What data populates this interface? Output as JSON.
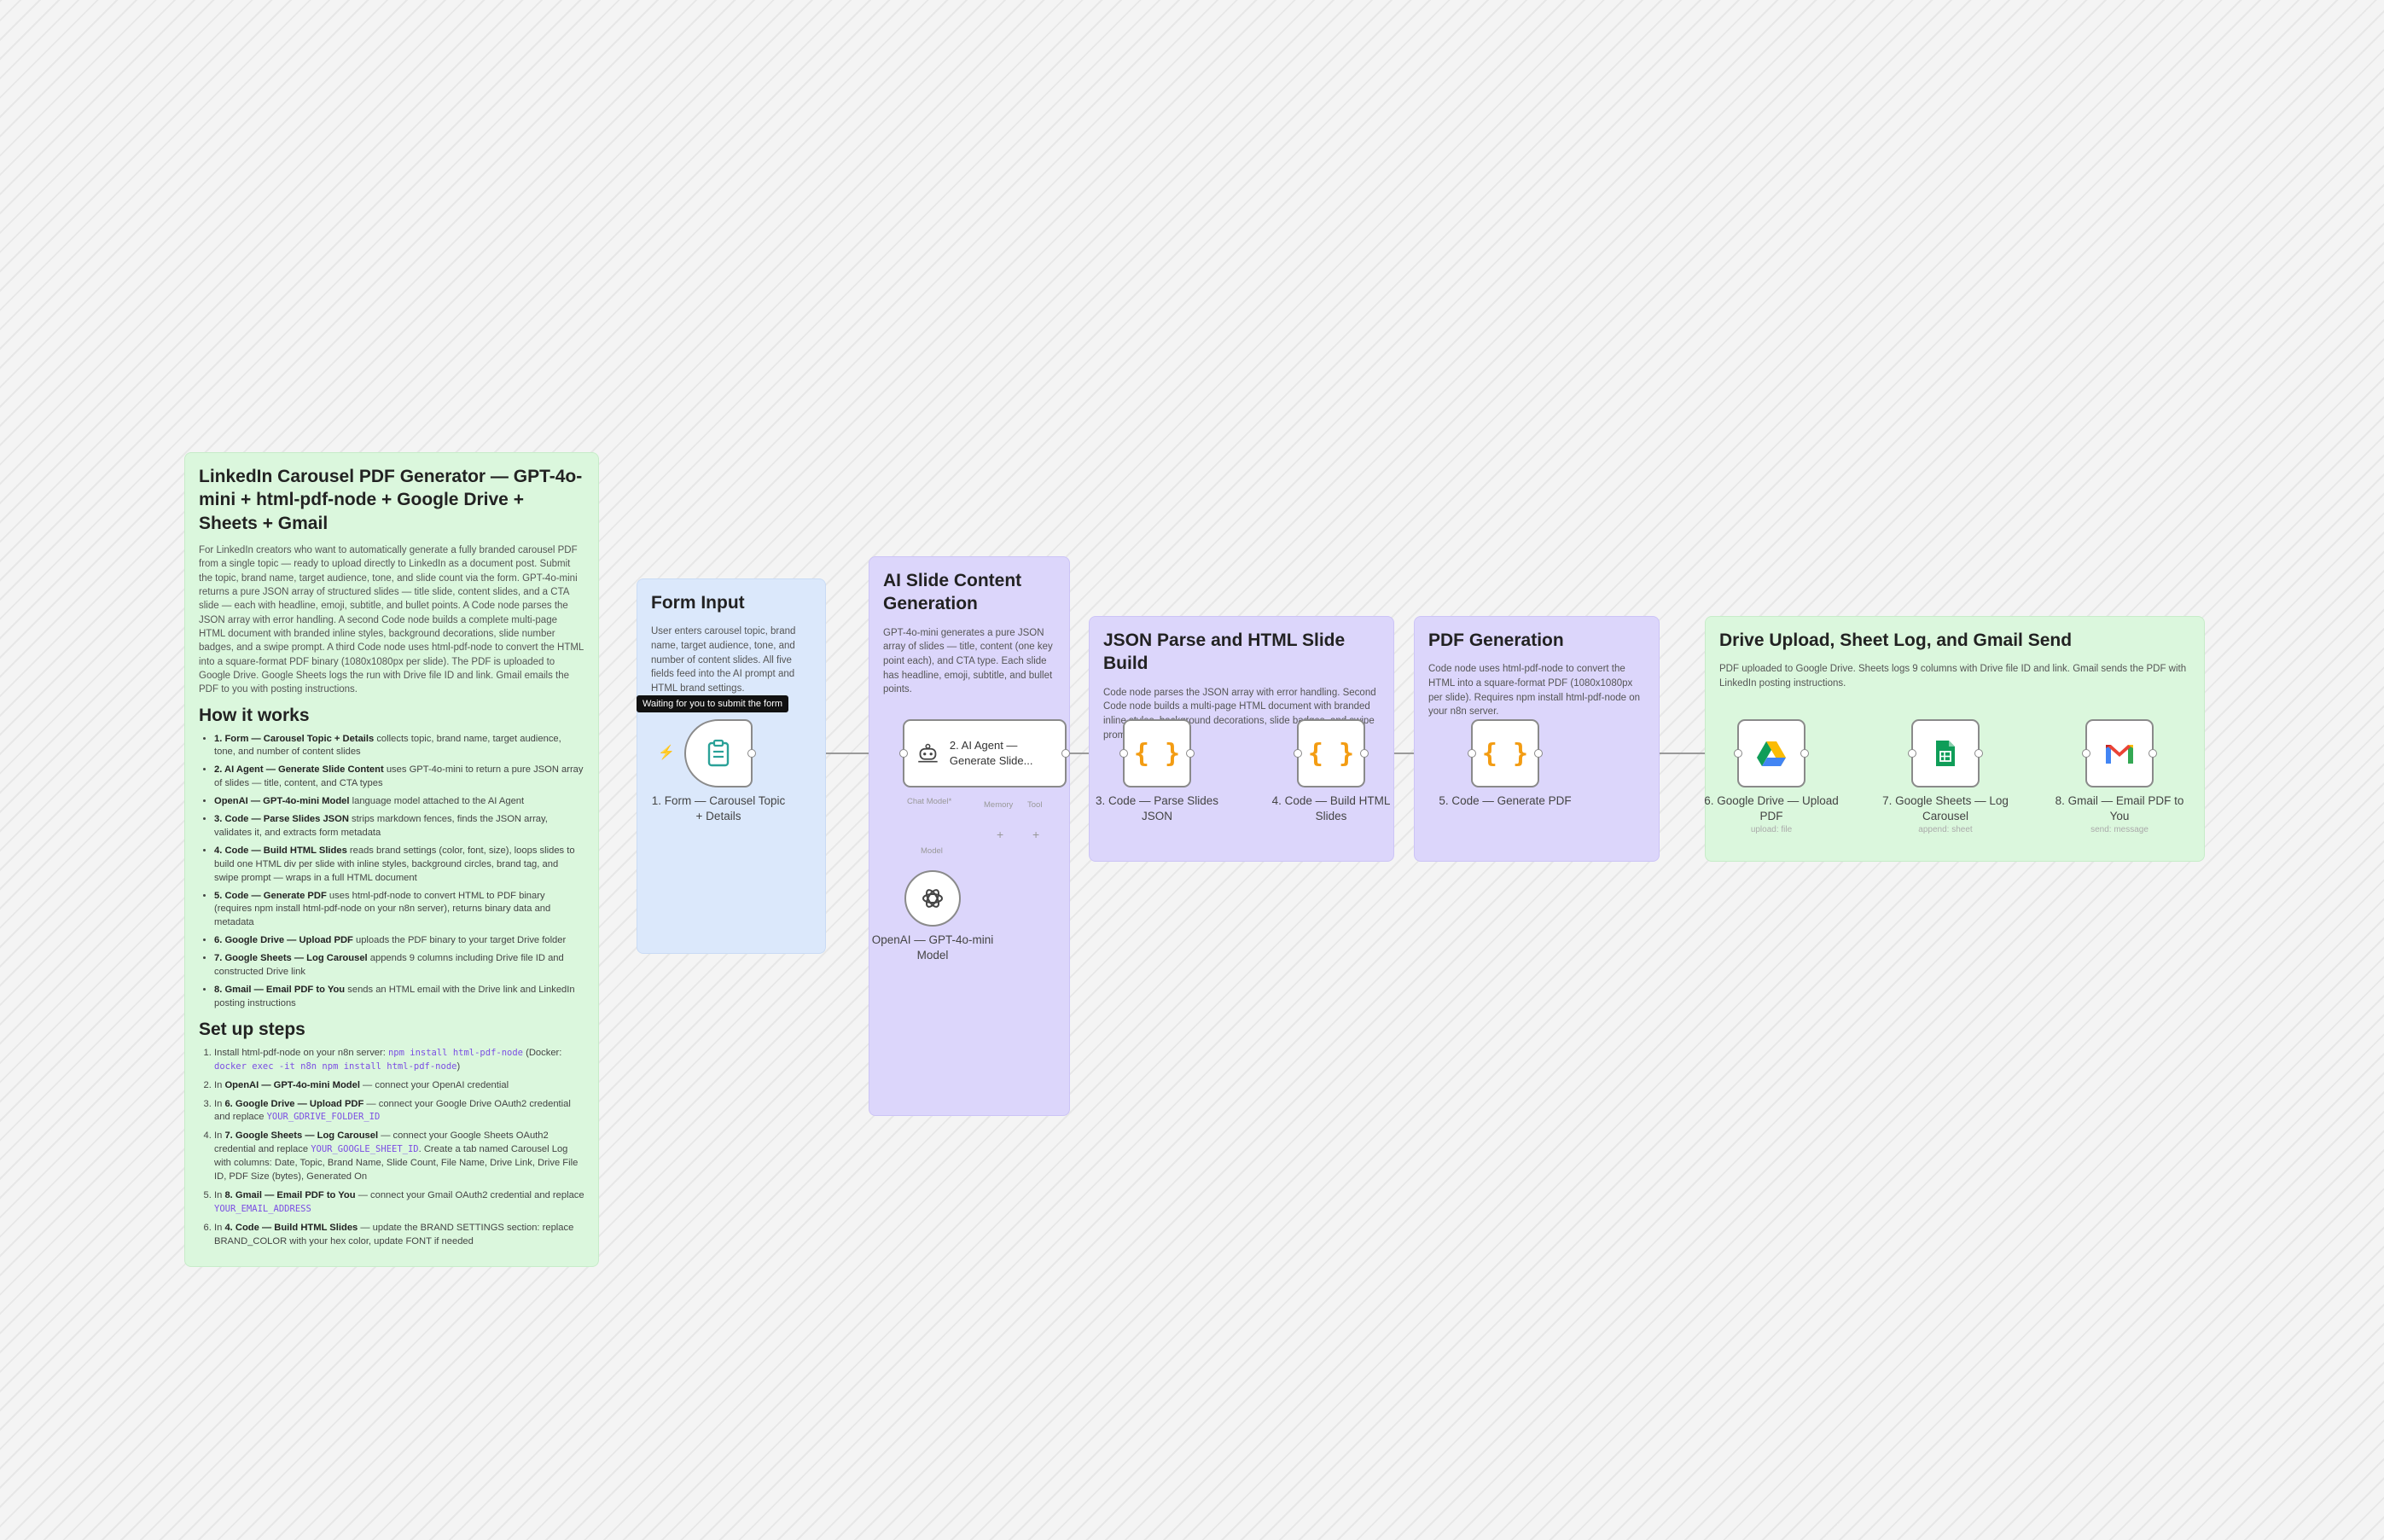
{
  "overview": {
    "title": "LinkedIn Carousel PDF Generator — GPT-4o-mini + html-pdf-node + Google Drive + Sheets + Gmail",
    "description": "For LinkedIn creators who want to automatically generate a fully branded carousel PDF from a single topic — ready to upload directly to LinkedIn as a document post. Submit the topic, brand name, target audience, tone, and slide count via the form. GPT-4o-mini returns a pure JSON array of structured slides — title slide, content slides, and a CTA slide — each with headline, emoji, subtitle, and bullet points. A Code node parses the JSON array with error handling. A second Code node builds a complete multi-page HTML document with branded inline styles, background decorations, slide number badges, and a swipe prompt. A third Code node uses html-pdf-node to convert the HTML into a square-format PDF binary (1080x1080px per slide). The PDF is uploaded to Google Drive. Google Sheets logs the run with Drive file ID and link. Gmail emails the PDF to you with posting instructions.",
    "how_title": "How it works",
    "how": [
      {
        "b": "1. Form — Carousel Topic + Details",
        "t": " collects topic, brand name, target audience, tone, and number of content slides"
      },
      {
        "b": "2. AI Agent — Generate Slide Content",
        "t": " uses GPT-4o-mini to return a pure JSON array of slides — title, content, and CTA types"
      },
      {
        "b": "OpenAI — GPT-4o-mini Model",
        "t": " language model attached to the AI Agent"
      },
      {
        "b": "3. Code — Parse Slides JSON",
        "t": " strips markdown fences, finds the JSON array, validates it, and extracts form metadata"
      },
      {
        "b": "4. Code — Build HTML Slides",
        "t": " reads brand settings (color, font, size), loops slides to build one HTML div per slide with inline styles, background circles, brand tag, and swipe prompt — wraps in a full HTML document"
      },
      {
        "b": "5. Code — Generate PDF",
        "t": " uses html-pdf-node to convert HTML to PDF binary (requires npm install html-pdf-node on your n8n server), returns binary data and metadata"
      },
      {
        "b": "6. Google Drive — Upload PDF",
        "t": " uploads the PDF binary to your target Drive folder"
      },
      {
        "b": "7. Google Sheets — Log Carousel",
        "t": " appends 9 columns including Drive file ID and constructed Drive link"
      },
      {
        "b": "8. Gmail — Email PDF to You",
        "t": " sends an HTML email with the Drive link and LinkedIn posting instructions"
      }
    ],
    "setup_title": "Set up steps",
    "setup": {
      "s1_a": "Install html-pdf-node on your n8n server: ",
      "s1_code1": "npm install html-pdf-node",
      "s1_b": " (Docker: ",
      "s1_code2": "docker exec -it n8n npm install html-pdf-node",
      "s1_c": ")",
      "s2_a": "In ",
      "s2_b": "OpenAI — GPT-4o-mini Model",
      "s2_c": " — connect your OpenAI credential",
      "s3_a": "In ",
      "s3_b": "6. Google Drive — Upload PDF",
      "s3_c": " — connect your Google Drive OAuth2 credential and replace ",
      "s3_code": "YOUR_GDRIVE_FOLDER_ID",
      "s4_a": "In ",
      "s4_b": "7. Google Sheets — Log Carousel",
      "s4_c": " — connect your Google Sheets OAuth2 credential and replace ",
      "s4_code": "YOUR_GOOGLE_SHEET_ID",
      "s4_d": ". Create a tab named Carousel Log with columns: Date, Topic, Brand Name, Slide Count, File Name, Drive Link, Drive File ID, PDF Size (bytes), Generated On",
      "s5_a": "In ",
      "s5_b": "8. Gmail — Email PDF to You",
      "s5_c": " — connect your Gmail OAuth2 credential and replace ",
      "s5_code": "YOUR_EMAIL_ADDRESS",
      "s6_a": "In ",
      "s6_b": "4. Code — Build HTML Slides",
      "s6_c": " — update the BRAND SETTINGS section: replace BRAND_COLOR with your hex color, update FONT if needed"
    }
  },
  "groups": {
    "form": {
      "title": "Form Input",
      "desc": "User enters carousel topic, brand name, target audience, tone, and number of content slides. All five fields feed into the AI prompt and HTML brand settings."
    },
    "ai": {
      "title": "AI Slide Content Generation",
      "desc": "GPT-4o-mini generates a pure JSON array of slides — title, content (one key point each), and CTA type. Each slide has headline, emoji, subtitle, and bullet points."
    },
    "json": {
      "title": "JSON Parse and HTML Slide Build",
      "desc": "Code node parses the JSON array with error handling. Second Code node builds a multi-page HTML document with branded inline styles, background decorations, slide badges, and swipe prompt."
    },
    "pdf": {
      "title": "PDF Generation",
      "desc": "Code node uses html-pdf-node to convert the HTML into a square-format PDF (1080x1080px per slide). Requires npm install html-pdf-node on your n8n server."
    },
    "drive": {
      "title": "Drive Upload, Sheet Log, and Gmail Send",
      "desc": "PDF uploaded to Google Drive. Sheets logs 9 columns with Drive file ID and link. Gmail sends the PDF with LinkedIn posting instructions."
    }
  },
  "nodes": {
    "tooltip": "Waiting for you to submit the form",
    "form": {
      "label": "1. Form — Carousel Topic + Details"
    },
    "agent": {
      "label": "2. AI Agent — Generate Slide...",
      "port_chat": "Chat Model*",
      "port_memory": "Memory",
      "port_tool": "Tool",
      "port_model": "Model"
    },
    "openai": {
      "label": "OpenAI — GPT-4o-mini Model"
    },
    "parse": {
      "label": "3. Code — Parse Slides JSON"
    },
    "build": {
      "label": "4. Code — Build HTML Slides"
    },
    "pdf": {
      "label": "5. Code — Generate PDF"
    },
    "drive": {
      "label": "6. Google Drive — Upload PDF",
      "sub": "upload: file"
    },
    "sheets": {
      "label": "7. Google Sheets — Log Carousel",
      "sub": "append: sheet"
    },
    "gmail": {
      "label": "8. Gmail — Email PDF to You",
      "sub": "send: message"
    }
  },
  "colors": {
    "accent": "#ff6d3a",
    "code": "#f39c12",
    "green_sticky": "#dbf7dd",
    "blue_sticky": "#dbe8fb",
    "purple_sticky": "#dcd6fb",
    "form_icon": "#2aa198"
  }
}
